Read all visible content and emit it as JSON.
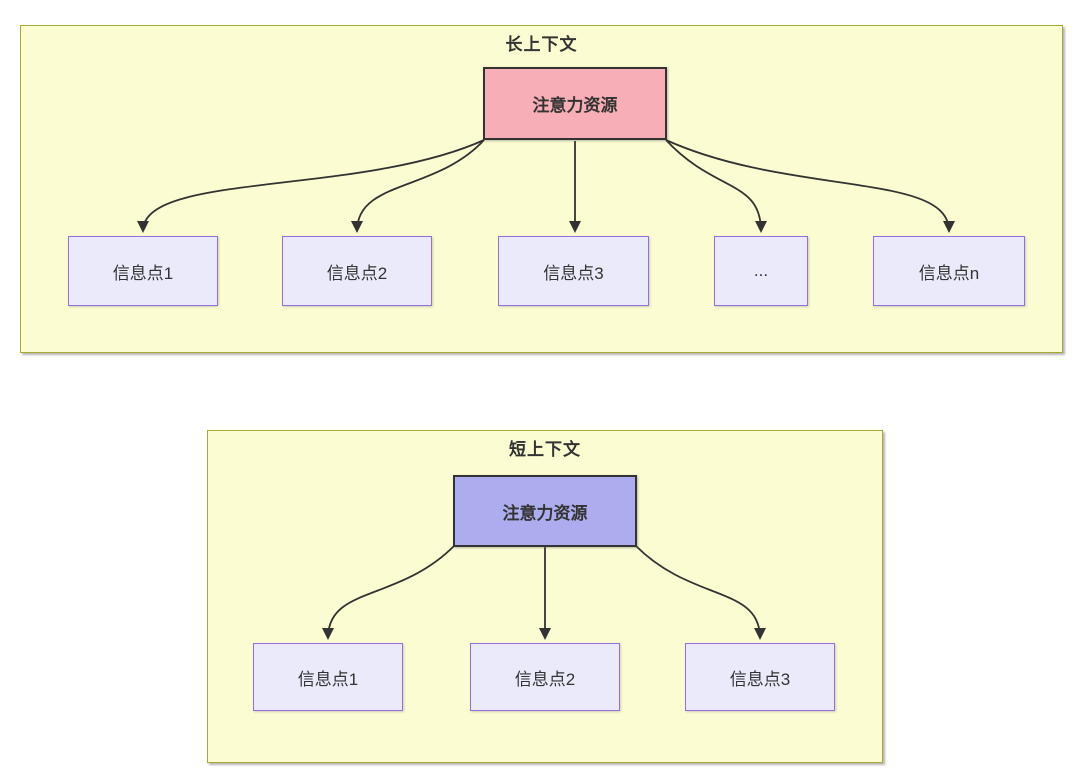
{
  "diagram": {
    "panels": [
      {
        "title": "长上下文",
        "center_node": {
          "label": "注意力资源",
          "fill": "#f8aeb6"
        },
        "children": [
          {
            "label": "信息点1"
          },
          {
            "label": "信息点2"
          },
          {
            "label": "信息点3"
          },
          {
            "label": "..."
          },
          {
            "label": "信息点n"
          }
        ]
      },
      {
        "title": "短上下文",
        "center_node": {
          "label": "注意力资源",
          "fill": "#acacee"
        },
        "children": [
          {
            "label": "信息点1"
          },
          {
            "label": "信息点2"
          },
          {
            "label": "信息点3"
          }
        ]
      }
    ],
    "colors": {
      "panel_fill": "#fcfcd2",
      "panel_border": "#a9a933",
      "long_center_fill": "#f8aeb6",
      "short_center_fill": "#acacee",
      "info_fill": "#eaeafb",
      "info_border": "#9370db",
      "center_border": "#333333",
      "arrow": "#333333",
      "text": "#333333"
    }
  }
}
